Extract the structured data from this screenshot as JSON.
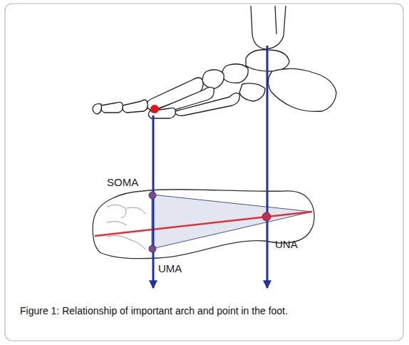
{
  "diagram": {
    "caption": "Figure 1: Relationship of important arch and point in the foot.",
    "labels": [
      "SOMA",
      "UMA",
      "UNA"
    ]
  }
}
